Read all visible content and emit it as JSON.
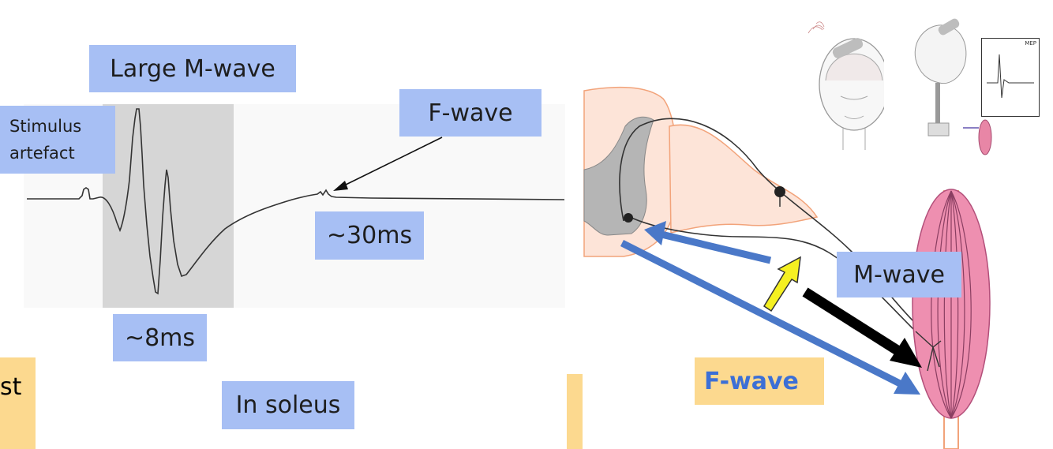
{
  "left_panel": {
    "title_label": "Large M-wave",
    "stimulus_label": "Stimulus\nartefact",
    "fwave_label": "F-wave",
    "latency_fwave": "~30ms",
    "latency_mwave": "~8ms",
    "muscle_label": "In soleus",
    "cut_label": "st"
  },
  "right_panel": {
    "mwave_label": "M-wave",
    "fwave_label": "F-wave",
    "mep_label": "MEP"
  },
  "colors": {
    "label_bg": "#a7bff4",
    "orange_bg": "#fcd98f",
    "fwave_text": "#3c6fd6",
    "blue_arrow": "#4a78c8",
    "yellow_arrow": "#f5f021",
    "muscle": "#ee8fb0",
    "spinal": "#fde4d8"
  }
}
